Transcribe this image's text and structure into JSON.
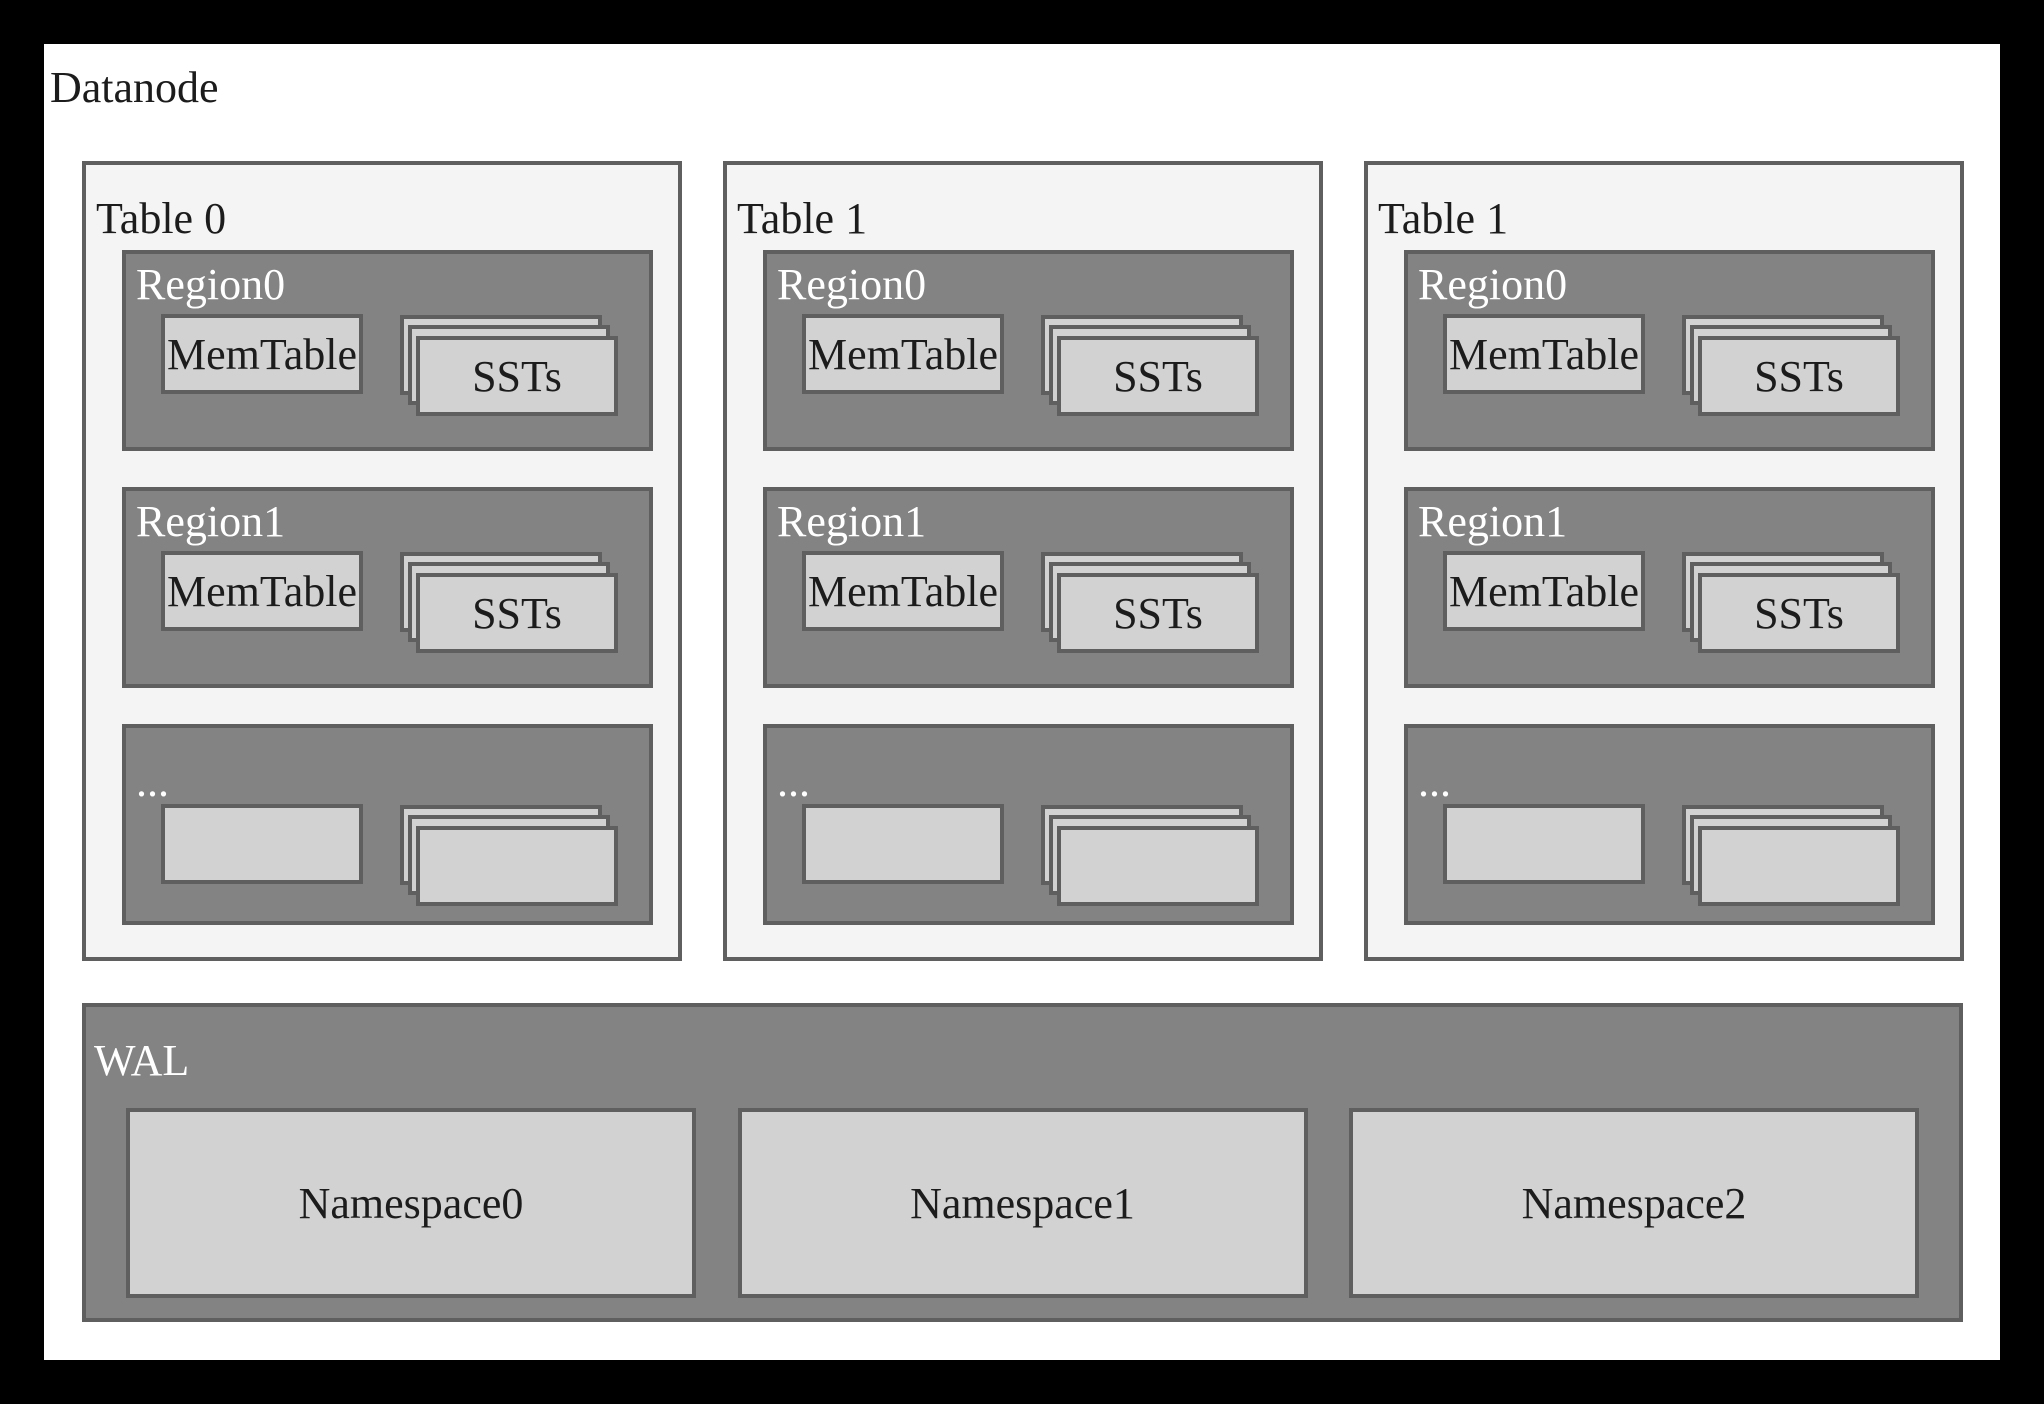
{
  "title": "Datanode",
  "colors": {
    "background": "#000000",
    "canvas": "#ffffff",
    "table_fill": "#f4f4f4",
    "region_fill": "#838383",
    "box_fill": "#d2d2d2",
    "border": "#5f5f5f",
    "text_dark": "#1c1c1c",
    "text_light": "#ffffff"
  },
  "tables": [
    {
      "label": "Table 0",
      "regions": [
        {
          "label": "Region0",
          "memtable_label": "MemTable",
          "ssts_label": "SSTs"
        },
        {
          "label": "Region1",
          "memtable_label": "MemTable",
          "ssts_label": "SSTs"
        },
        {
          "label": "...",
          "memtable_label": "",
          "ssts_label": ""
        }
      ]
    },
    {
      "label": "Table 1",
      "regions": [
        {
          "label": "Region0",
          "memtable_label": "MemTable",
          "ssts_label": "SSTs"
        },
        {
          "label": "Region1",
          "memtable_label": "MemTable",
          "ssts_label": "SSTs"
        },
        {
          "label": "...",
          "memtable_label": "",
          "ssts_label": ""
        }
      ]
    },
    {
      "label": "Table 1",
      "regions": [
        {
          "label": "Region0",
          "memtable_label": "MemTable",
          "ssts_label": "SSTs"
        },
        {
          "label": "Region1",
          "memtable_label": "MemTable",
          "ssts_label": "SSTs"
        },
        {
          "label": "...",
          "memtable_label": "",
          "ssts_label": ""
        }
      ]
    }
  ],
  "wal": {
    "label": "WAL",
    "namespaces": [
      {
        "label": "Namespace0"
      },
      {
        "label": "Namespace1"
      },
      {
        "label": "Namespace2"
      }
    ]
  }
}
